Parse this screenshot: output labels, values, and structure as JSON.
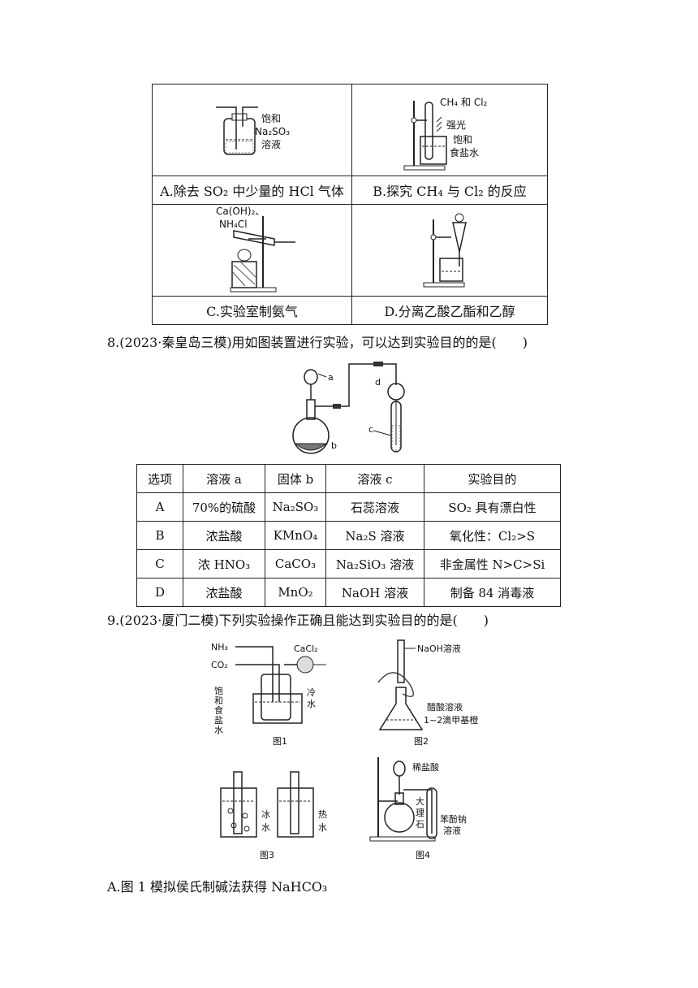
{
  "q7": {
    "cells": [
      {
        "label": "A.除去 SO₂ 中少量的 HCl 气体",
        "fig_text": [
          "饱和",
          "Na₂SO₃",
          "溶液"
        ]
      },
      {
        "label": "B.探究 CH₄ 与 Cl₂ 的反应",
        "fig_text": [
          "CH₄ 和 Cl₂",
          "强光",
          "饱和",
          "食盐水"
        ]
      },
      {
        "label": "C.实验室制氨气",
        "fig_text": [
          "Ca(OH)₂、",
          "NH₄Cl"
        ]
      },
      {
        "label": "D.分离乙酸乙酯和乙醇",
        "fig_text": []
      }
    ]
  },
  "q8": {
    "stem": "8.(2023·秦皇岛三模)用如图装置进行实验，可以达到实验目的的是(　　)",
    "fig_labels": {
      "a": "a",
      "b": "b",
      "c": "c",
      "d": "d"
    },
    "headers": [
      "选项",
      "溶液 a",
      "固体 b",
      "溶液 c",
      "实验目的"
    ],
    "rows": [
      [
        "A",
        "70%的硫酸",
        "Na₂SO₃",
        "石蕊溶液",
        "SO₂ 具有漂白性"
      ],
      [
        "B",
        "浓盐酸",
        "KMnO₄",
        "Na₂S 溶液",
        "氧化性：Cl₂>S"
      ],
      [
        "C",
        "浓 HNO₃",
        "CaCO₃",
        "Na₂SiO₃ 溶液",
        "非金属性 N>C>Si"
      ],
      [
        "D",
        "浓盐酸",
        "MnO₂",
        "NaOH 溶液",
        "制备 84 消毒液"
      ]
    ]
  },
  "q9": {
    "stem": "9.(2023·厦门二模)下列实验操作正确且能达到实验目的的是(　　)",
    "fig1": {
      "caption": "图1",
      "labels": [
        "NH₃",
        "CO₂",
        "CaCl₂",
        "饱",
        "和",
        "食",
        "盐",
        "水",
        "冷",
        "水"
      ]
    },
    "fig2": {
      "caption": "图2",
      "labels": [
        "NaOH溶液",
        "醋酸溶液",
        "1~2滴甲基橙"
      ]
    },
    "fig3": {
      "caption": "图3",
      "labels": [
        "冰",
        "水",
        "热",
        "水"
      ]
    },
    "fig4": {
      "caption": "图4",
      "labels": [
        "稀盐酸",
        "大",
        "理",
        "石",
        "苯酚钠",
        "溶液"
      ]
    },
    "option_a": "A.图 1 模拟侯氏制碱法获得 NaHCO₃"
  }
}
